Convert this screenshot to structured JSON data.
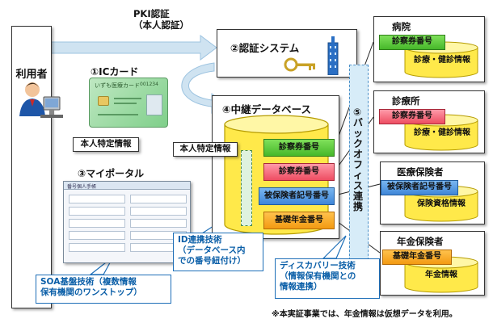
{
  "user": {
    "label": "利用者"
  },
  "pki": {
    "line1": "PKI認証",
    "line2": "（本人認証）"
  },
  "auth_system": {
    "title": "②認証システム"
  },
  "ic_card": {
    "title": "①ICカード",
    "card_text": "いずも医療カード",
    "card_number": "001234",
    "caption": "本人特定情報"
  },
  "portal": {
    "title": "③マイポータル",
    "mock_title": "番号個人手帳"
  },
  "soa": {
    "line1": "SOA基盤技術（複数情報",
    "line2": "保有機関のワンストップ）"
  },
  "relay_db": {
    "title": "④中継データベース",
    "personal_info": "本人特定情報",
    "items": [
      "診察券番号",
      "診察券番号",
      "被保険者記号番号",
      "基礎年金番号"
    ]
  },
  "id_link": {
    "line1": "ID連携技術",
    "line2": "（データベース内",
    "line3": "での番号紐付け）"
  },
  "backoffice": {
    "label": "⑤バックオフィス連携"
  },
  "discovery": {
    "line1": "ディスカバリー技術",
    "line2": "（情報保有機関との",
    "line3": "情報連携）"
  },
  "institutions": [
    {
      "name": "病院",
      "tag": "診察券番号",
      "db": "診療・健診情報"
    },
    {
      "name": "診療所",
      "tag": "診察券番号",
      "db": "診療・健診情報"
    },
    {
      "name": "医療保険者",
      "tag": "被保険者記号番号",
      "db": "保険資格情報"
    },
    {
      "name": "年金保険者",
      "tag": "基礎年金番号",
      "db": "年金情報"
    }
  ],
  "footnote": "※本実証事業では、年金情報は仮想データを利用。",
  "colors": {
    "green": "#46b82a",
    "pink": "#ee4d62",
    "blue": "#3f86d8",
    "orange": "#f39a12",
    "arrow": "#cfe3f1",
    "callout": "#1e6fb8",
    "cylinder": "#ffe94a"
  },
  "icons": [
    "person-at-computer-icon",
    "key-icon",
    "building-icon",
    "ic-card-icon"
  ]
}
